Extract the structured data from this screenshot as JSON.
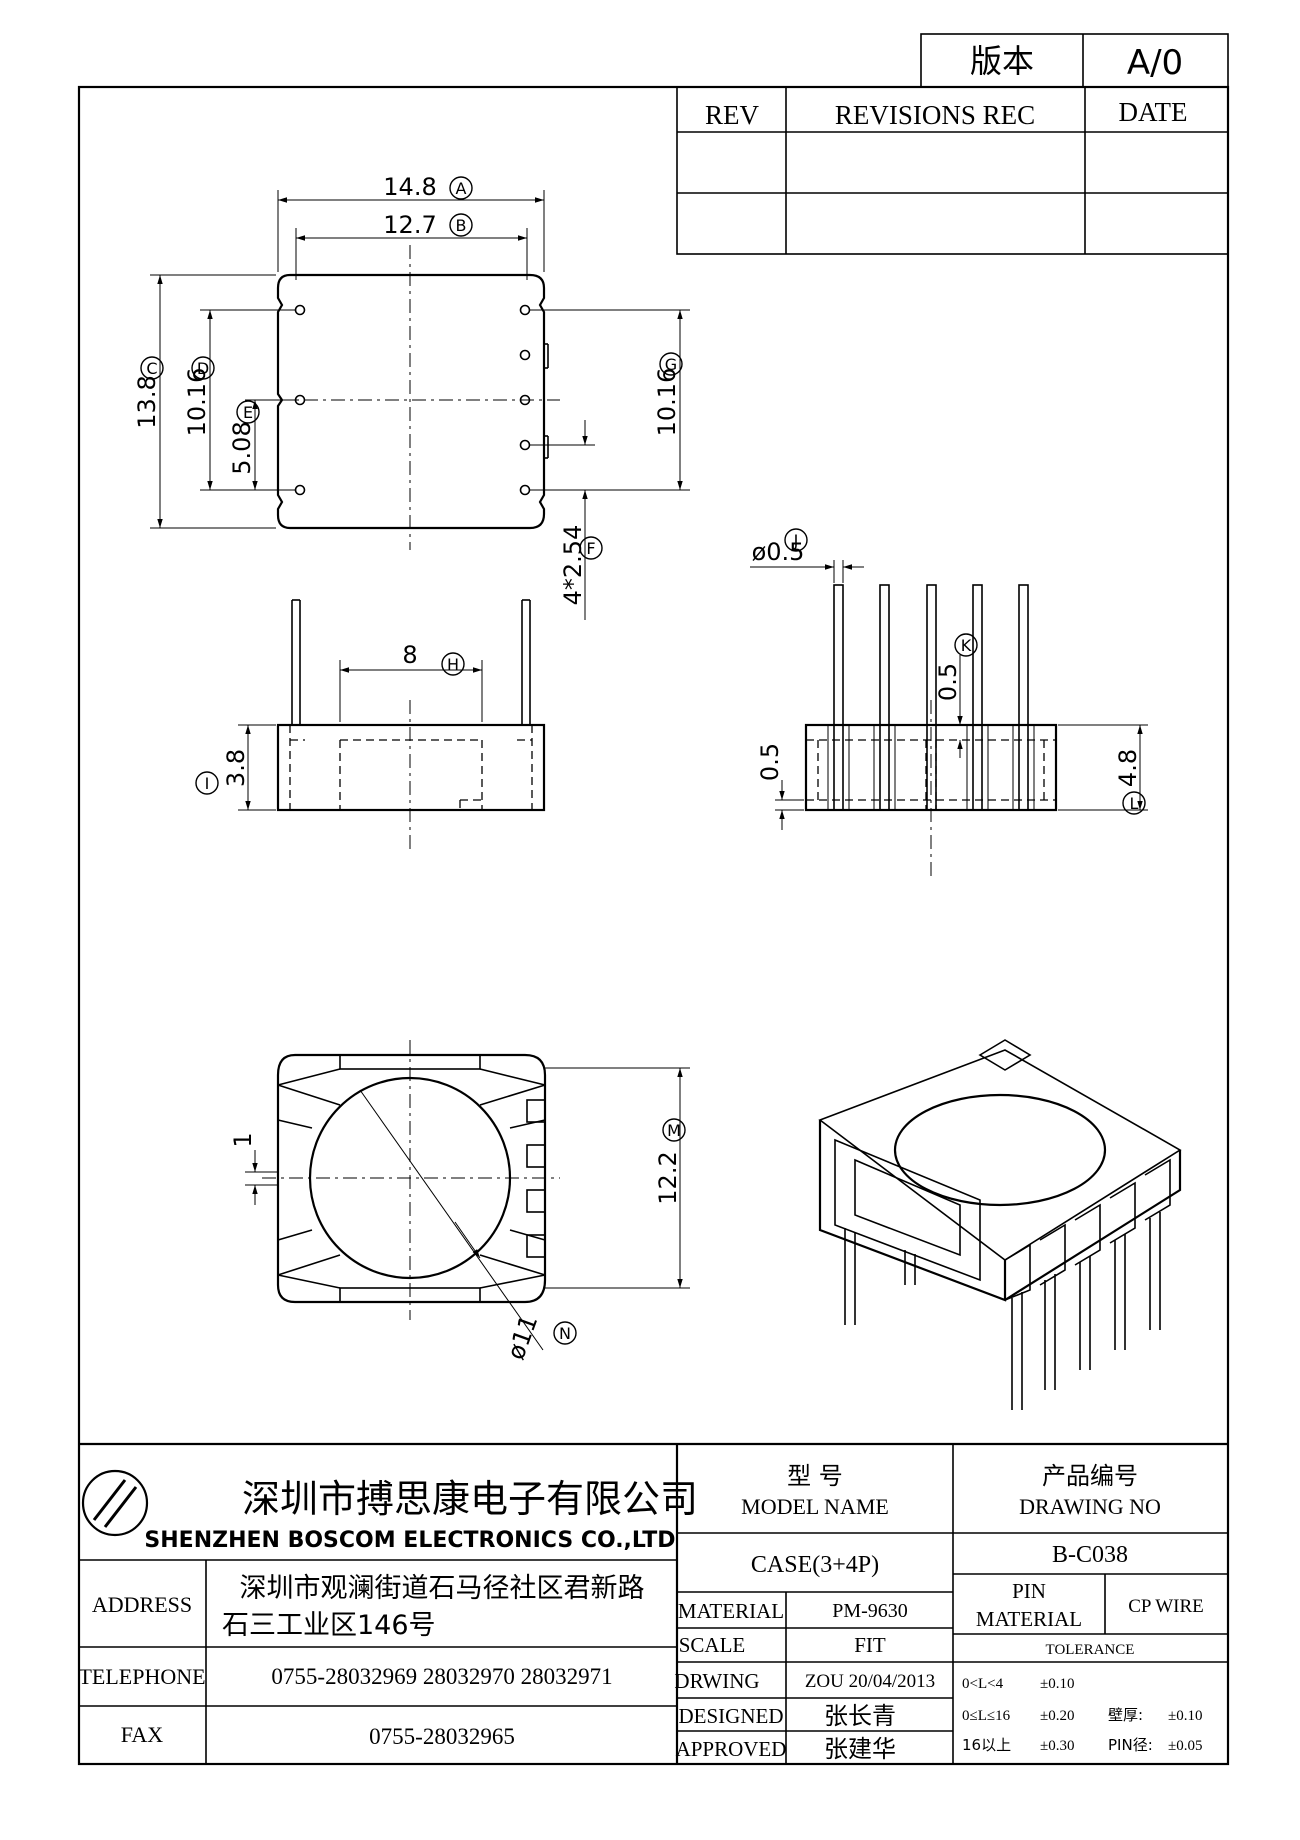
{
  "version_box": {
    "label": "版本",
    "value": "A/0"
  },
  "revision_table": {
    "rev": "REV",
    "rec": "REVISIONS REC",
    "date": "DATE"
  },
  "dims": {
    "a": "14.8",
    "b": "12.7",
    "c": "13.8",
    "d": "10.16",
    "e": "5.08",
    "f": "4*2.54",
    "g": "10.16",
    "h": "8",
    "i": "3.8",
    "j": "ø0.5",
    "k": "0.5",
    "l": "4.8",
    "pin_gap": "0.5",
    "m": "12.2",
    "one": "1",
    "n": "ø11"
  },
  "markers": [
    "A",
    "B",
    "C",
    "D",
    "E",
    "F",
    "G",
    "H",
    "I",
    "J",
    "K",
    "L",
    "M",
    "N"
  ],
  "company": {
    "name_cn": "深圳市搏思康电子有限公司",
    "name_en": "SHENZHEN BOSCOM ELECTRONICS CO.,LTD",
    "address_label": "ADDRESS",
    "address_1": "深圳市观澜街道石马径社区君新路",
    "address_2": "石三工业区146号",
    "telephone_label": "TELEPHONE",
    "telephone": "0755-28032969 28032970 28032971",
    "fax_label": "FAX",
    "fax": "0755-28032965"
  },
  "title_block": {
    "model_cn": "型      号",
    "model_en": "MODEL NAME",
    "model_value": "CASE(3+4P)",
    "drawing_cn": "产品编号",
    "drawing_en": "DRAWING NO",
    "drawing_value": "B-C038",
    "material_label": "MATERIAL",
    "material_value": "PM-9630",
    "scale_label": "SCALE",
    "scale_value": "FIT",
    "drwing_label": "DRWING",
    "drwing_value": "ZOU 20/04/2013",
    "designed_label": "DESIGNED",
    "designed_value": "张长青",
    "approved_label": "APPROVED",
    "approved_value": "张建华",
    "pin_label": "PIN",
    "pin_material_label": "MATERIAL",
    "pin_material_value": "CP WIRE",
    "tolerance_label": "TOLERANCE",
    "tol_1_range": "0<L<4",
    "tol_1_value": "±0.10",
    "tol_2_range": "0≤L≤16",
    "tol_2_value": "±0.20",
    "tol_2_extra_label": "壁厚:",
    "tol_2_extra_value": "±0.10",
    "tol_3_range": "16以上",
    "tol_3_value": "±0.30",
    "tol_3_extra_label": "PIN径:",
    "tol_3_extra_value": "±0.05"
  }
}
